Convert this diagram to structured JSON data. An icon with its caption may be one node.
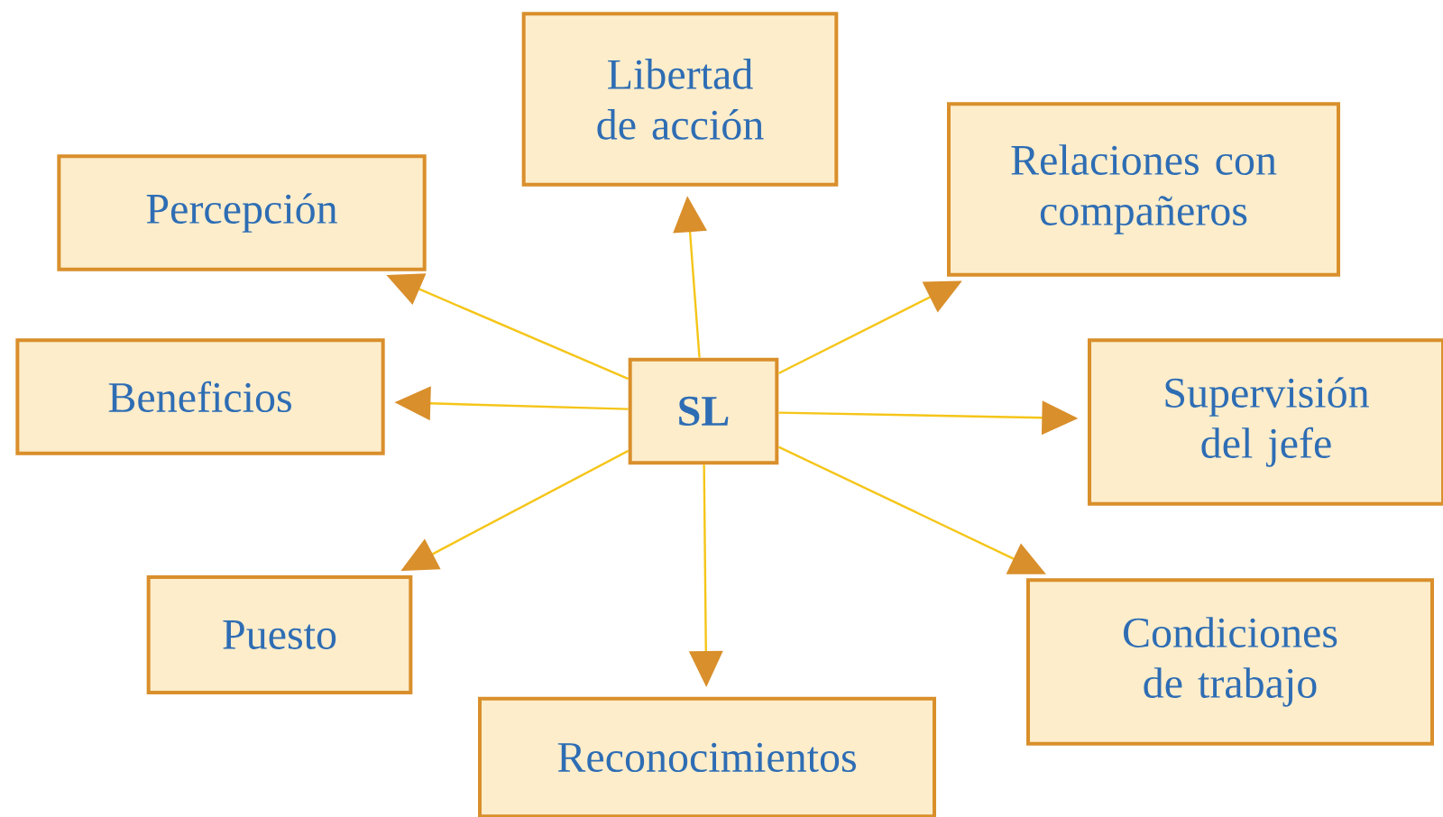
{
  "diagram": {
    "nodes": [
      {
        "text": [
          "SL"
        ]
      },
      {
        "text": [
          "Libertad de acción"
        ]
      },
      {
        "text": [
          "Relaciones con compañeros"
        ]
      },
      {
        "text": [
          "Percepción"
        ]
      },
      {
        "text": [
          "Beneficios"
        ]
      },
      {
        "text": [
          "Supervisión del jefe"
        ]
      },
      {
        "text": [
          "Puesto"
        ]
      },
      {
        "text": [
          "Condiciones de trabajo"
        ]
      },
      {
        "text": [
          "Reconocimientos"
        ]
      }
    ],
    "edges": [
      {
        "from": 0,
        "to": 1,
        "arrow": "to"
      },
      {
        "from": 0,
        "to": 2,
        "arrow": "to"
      },
      {
        "from": 0,
        "to": 3,
        "arrow": "to"
      },
      {
        "from": 0,
        "to": 4,
        "arrow": "to"
      },
      {
        "from": 0,
        "to": 5,
        "arrow": "to"
      },
      {
        "from": 0,
        "to": 6,
        "arrow": "to"
      },
      {
        "from": 0,
        "to": 7,
        "arrow": "to"
      },
      {
        "from": 0,
        "to": 8,
        "arrow": "to"
      }
    ]
  }
}
